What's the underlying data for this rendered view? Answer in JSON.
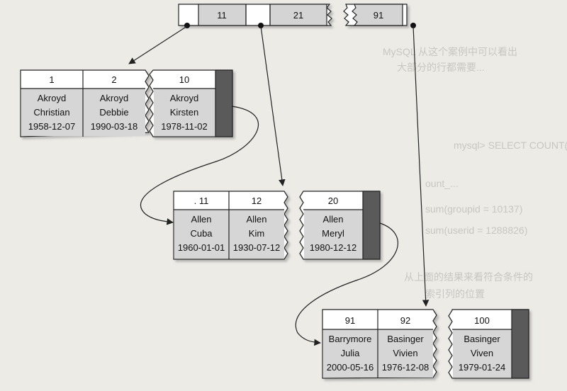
{
  "root": {
    "keys": [
      "11",
      "21",
      "91"
    ]
  },
  "pages": [
    {
      "id": "page-1",
      "header": [
        "1",
        "2"
      ],
      "cells": [
        [
          "Akroyd",
          "Christian",
          "1958-12-07"
        ],
        [
          "Akroyd",
          "Debbie",
          "1990-03-18"
        ]
      ]
    },
    {
      "id": "page-2",
      "header": [
        "10"
      ],
      "cells": [
        [
          "Akroyd",
          "Kirsten",
          "1978-11-02"
        ]
      ]
    },
    {
      "id": "page-3",
      "header": [
        ". 11",
        "12"
      ],
      "cells": [
        [
          "Allen",
          "Cuba",
          "1960-01-01"
        ],
        [
          "Allen",
          "Kim",
          "1930-07-12"
        ]
      ]
    },
    {
      "id": "page-4",
      "header": [
        "20"
      ],
      "cells": [
        [
          "Allen",
          "Meryl",
          "1980-12-12"
        ]
      ]
    },
    {
      "id": "page-5",
      "header": [
        "91",
        "92"
      ],
      "cells": [
        [
          "Barrymore",
          "Julia",
          "2000-05-16"
        ],
        [
          "Basinger",
          "Vivien",
          "1976-12-08"
        ]
      ]
    },
    {
      "id": "page-6",
      "header": [
        "100"
      ],
      "cells": [
        [
          "Basinger",
          "Viven",
          "1979-01-24"
        ]
      ]
    }
  ]
}
